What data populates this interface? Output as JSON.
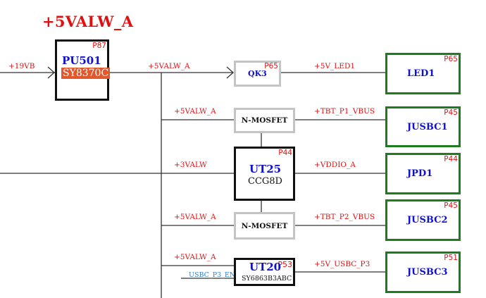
{
  "title": "+5VALW_A",
  "nets": {
    "input": "+19VB",
    "pu501_out": "+5VALW_A",
    "mosfet1_in": "+5VALW_A",
    "ut25_in": "+3VALW",
    "mosfet2_in": "+5VALW_A",
    "ut20_in": "+5VALW_A",
    "led": "+5V_LED1",
    "jusbc1": "+TBT_P1_VBUS",
    "jpd1": "+VDDIO_A",
    "jusbc2": "+TBT_P2_VBUS",
    "jusbc3": "+5V_USBC_P3"
  },
  "signals": {
    "ut20_enable": "USBC_P3_EN"
  },
  "components": {
    "pu501": {
      "ref": "PU501",
      "part": "SY8370C",
      "page": "P87"
    },
    "qk3": {
      "ref": "QK3",
      "page": "P65"
    },
    "mosfet1": {
      "label": "N-MOSFET"
    },
    "ut25": {
      "ref": "UT25",
      "part": "CCG8D",
      "page": "P44"
    },
    "mosfet2": {
      "label": "N-MOSFET"
    },
    "ut20": {
      "ref": "UT20",
      "part": "SY6863B3ABC",
      "page": "P53"
    },
    "led1": {
      "ref": "LED1",
      "page": "P65"
    },
    "jusbc1": {
      "ref": "JUSBC1",
      "page": "P45"
    },
    "jpd1": {
      "ref": "JPD1",
      "page": "P44"
    },
    "jusbc2": {
      "ref": "JUSBC2",
      "page": "P45"
    },
    "jusbc3": {
      "ref": "JUSBC3",
      "page": "P51"
    }
  },
  "colors": {
    "net_label": "#e01010",
    "ref_label": "#1010d0",
    "connector_border": "#1e7b1e",
    "switch_border": "#c4c4c4",
    "ic_border": "#111111",
    "part_highlight": "#e2572c",
    "signal_label": "#2a7fd4"
  }
}
